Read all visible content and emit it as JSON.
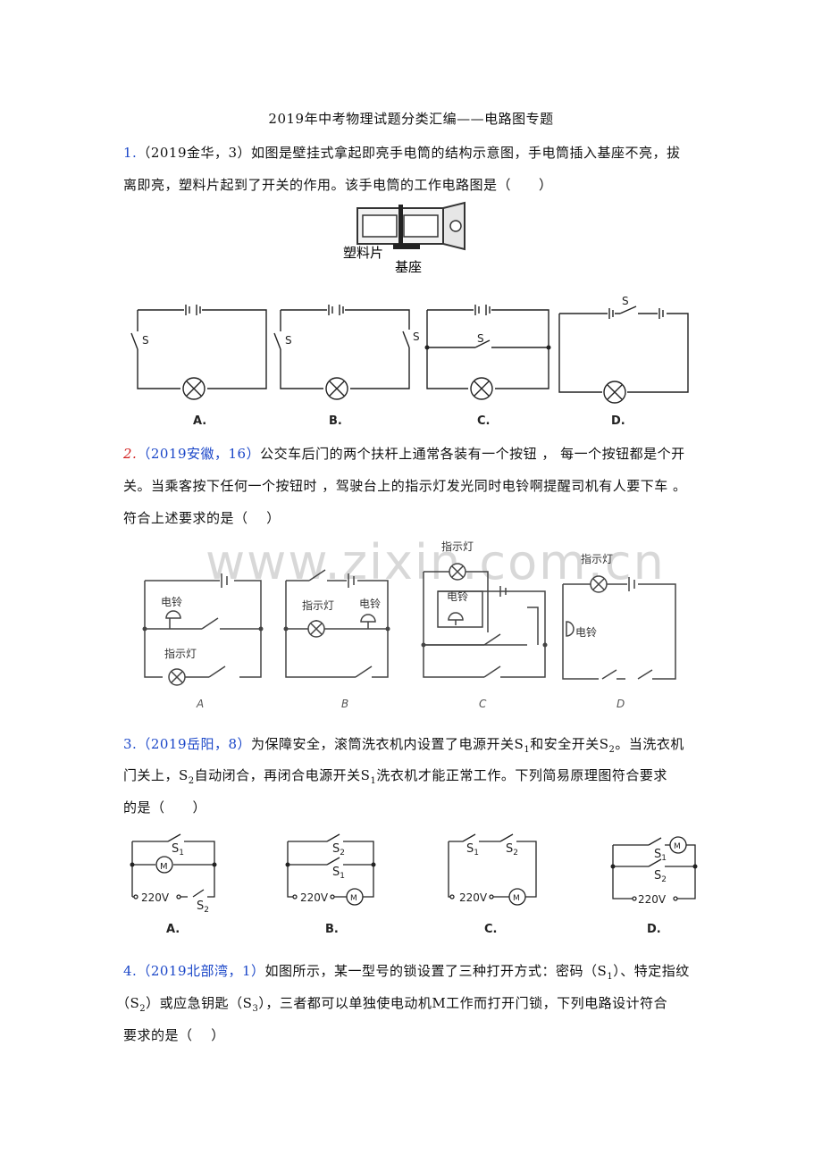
{
  "title": "2019年中考物理试题分类汇编——电路图专题",
  "watermark": "www.zixin.com.cn",
  "q1": {
    "num": "1.",
    "src": "（2019金华，3）",
    "line1": "如图是壁挂式拿起即亮手电筒的结构示意图，手电筒插入基座不亮，拔",
    "line2": "离即亮，塑料片起到了开关的作用。该手电筒的工作电路图是（　　）",
    "fig_label_plastic": "塑料片",
    "fig_label_base": "基座",
    "switch_label": "S",
    "options": [
      "A.",
      "B.",
      "C.",
      "D."
    ]
  },
  "q2": {
    "num": "2.",
    "src": "（2019安徽，16）",
    "line1": "公交车后门的两个扶杆上通常各装有一个按钮 ，  每一个按钮都是个开",
    "line2": "关。当乘客按下任何一个按钮时 ，驾驶台上的指示灯发光同时电铃啊提醒司机有人要下车  。",
    "line3": "符合上述要求的是（　 ）",
    "bell": "电铃",
    "lamp": "指示灯",
    "options": [
      "A",
      "B",
      "C",
      "D"
    ]
  },
  "q3": {
    "num": "3.",
    "src": "（2019岳阳，8）",
    "line1a": "为保障安全，滚筒洗衣机内设置了电源开关S",
    "line1b": "和安全开关S",
    "line1c": "。当洗衣机",
    "line2a": "门关上，S",
    "line2b": "自动闭合，再闭合电源开关S",
    "line2c": "洗衣机才能正常工作。下列简易原理图符合要求",
    "line3": "的是（　　）",
    "sub1": "1",
    "sub2": "2",
    "voltage": "220V",
    "motor": "M",
    "options": [
      "A.",
      "B.",
      "C.",
      "D."
    ]
  },
  "q4": {
    "num": "4.",
    "src": "（2019北部湾，1）",
    "line1a": "如图所示，某一型号的锁设置了三种打开方式：密码（S",
    "line1b": "）、特定指纹",
    "line2a": "（S",
    "line2b": "）或应急钥匙（S",
    "line2c": "），三者都可以单独使电动机M工作而打开门锁，下列电路设计符合",
    "line3": "要求的是（　 ）",
    "sub1": "1",
    "sub2": "2",
    "sub3": "3"
  }
}
